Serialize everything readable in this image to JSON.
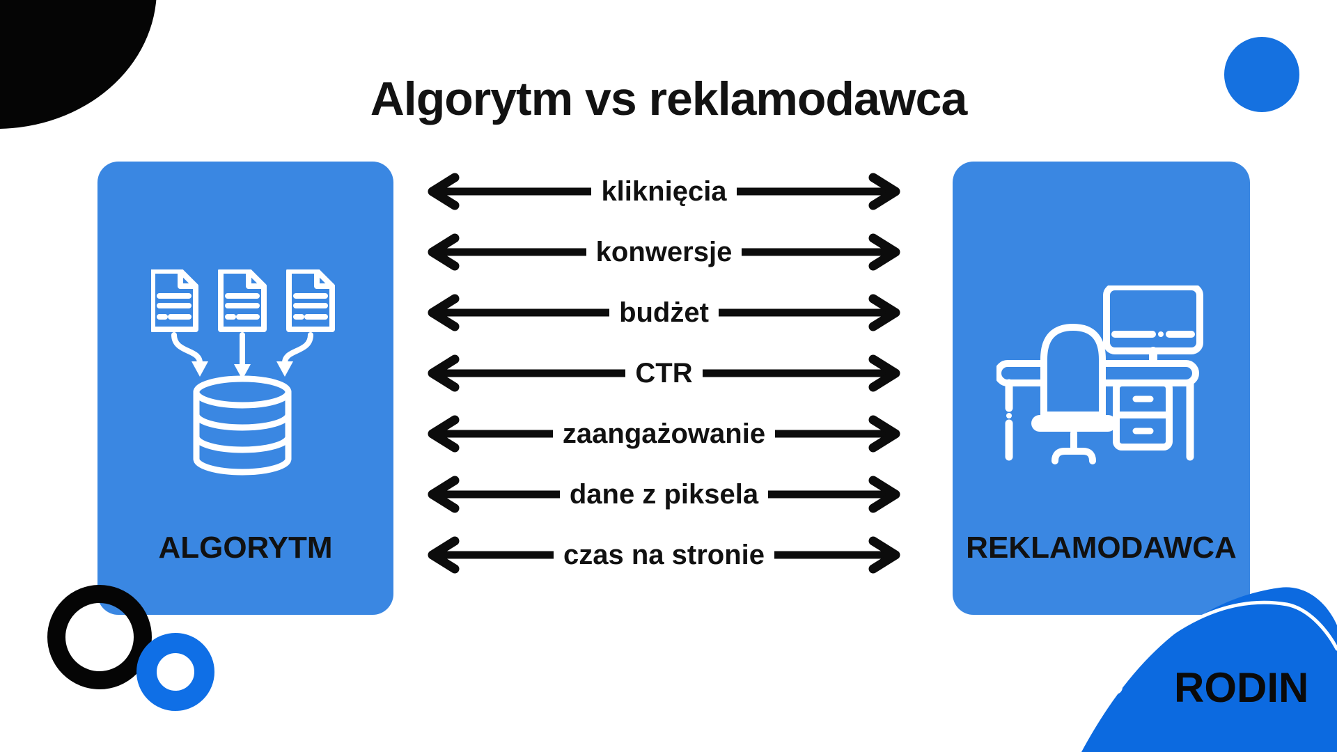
{
  "title": "Algorytm vs reklamodawca",
  "cards": {
    "left": {
      "label": "ALGORYTM",
      "icon": "documents-to-database-icon"
    },
    "right": {
      "label": "REKLAMODAWCA",
      "icon": "desk-workspace-icon"
    }
  },
  "arrows": [
    {
      "label": "kliknięcia"
    },
    {
      "label": "konwersje"
    },
    {
      "label": "budżet"
    },
    {
      "label": "CTR"
    },
    {
      "label": "zaangażowanie"
    },
    {
      "label": "dane z piksela"
    },
    {
      "label": "czas na stronie"
    }
  ],
  "branding": {
    "logo_text": "RODIN"
  },
  "colors": {
    "card_blue": "#3a87e2",
    "accent_blue": "#1571e0",
    "ring_blue": "#0f6fe6",
    "dome_blue": "#0c6ae0",
    "shape_black": "#050505",
    "text_black": "#111111",
    "icon_white": "#ffffff"
  }
}
